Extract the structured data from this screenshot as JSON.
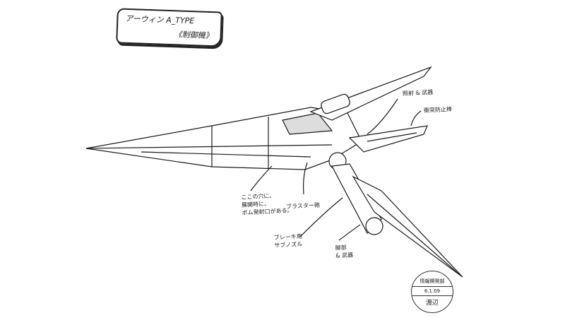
{
  "title_card": {
    "name": "アーウィン A_TYPE",
    "subtitle": "《制御機》"
  },
  "annotations": {
    "bomb_port": [
      "ここの穴に、",
      "展開時に、",
      "ボム発射口がある。"
    ],
    "blaster": "ブラスター砲",
    "brake_nozzle": [
      "ブレーキ用",
      "サブノズル"
    ],
    "leg_weapon": [
      "脚部",
      "& 武器"
    ],
    "upper_label": "照射 & 武器",
    "collision_bar": "衝突防止棒"
  },
  "stamp": {
    "dept": "情報開発部",
    "date": "6.1.09",
    "name": "渡辺"
  },
  "colors": {
    "ink": "#1a1a1a",
    "paper": "#ffffff"
  }
}
